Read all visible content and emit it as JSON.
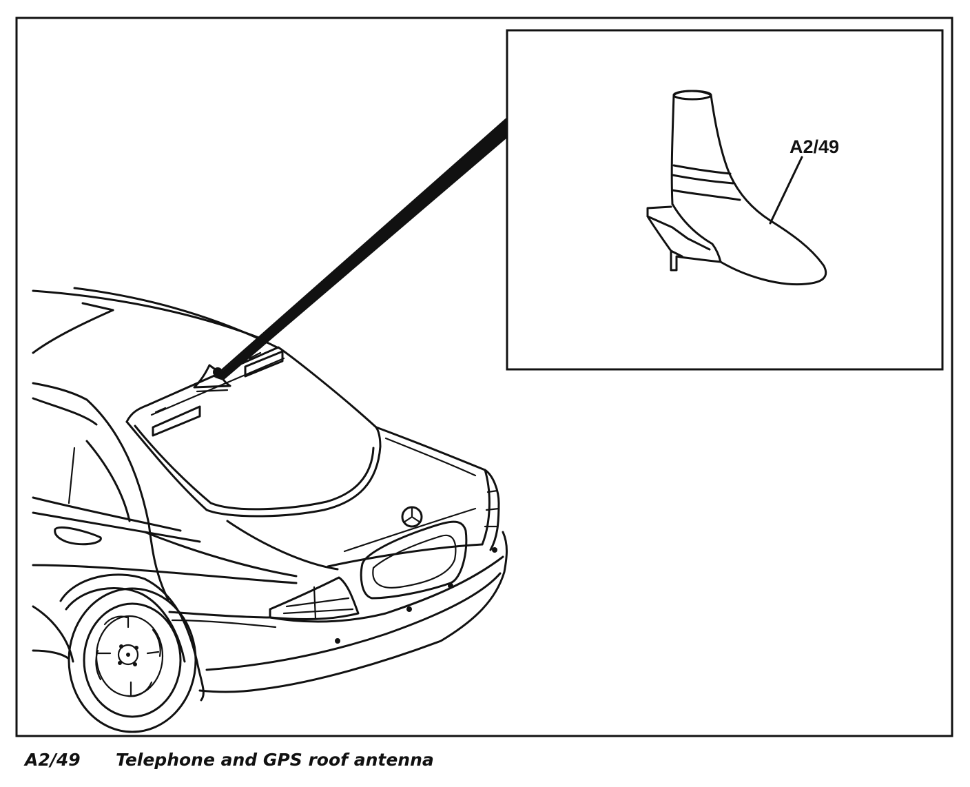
{
  "diagram": {
    "callout_label": "A2/49",
    "caption": {
      "code": "A2/49",
      "description": "Telephone and GPS roof antenna"
    },
    "colors": {
      "ink": "#111111",
      "background": "#ffffff"
    }
  }
}
